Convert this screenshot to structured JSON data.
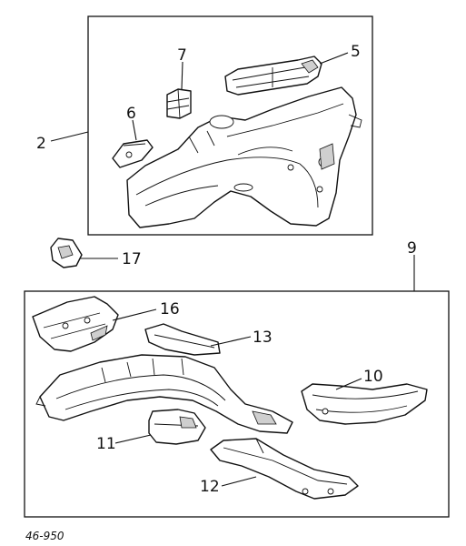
{
  "callouts": {
    "c2": "2",
    "c5": "5",
    "c6": "6",
    "c7": "7",
    "c9": "9",
    "c10": "10",
    "c11": "11",
    "c12": "12",
    "c13": "13",
    "c16": "16",
    "c17": "17"
  },
  "figure_ref": "46-950"
}
